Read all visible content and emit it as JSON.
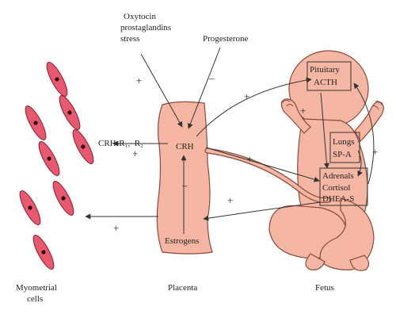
{
  "labels": {
    "stimuli": [
      "Oxytocin",
      "prostaglandins",
      "stress"
    ],
    "progesterone": "Progesterone",
    "crh": "CRH",
    "crh_receptors": "CRH-R₁,–R₂",
    "estrogens": "Estrogens",
    "pituitary": "Pituitary",
    "acth": "ACTH",
    "lungs": "Lungs",
    "spa": "SP-A",
    "adrenals": "Adrenals",
    "cortisol": "Cortisol",
    "dheas": "DHEA-S",
    "myometrial": [
      "Myometrial",
      "cells"
    ],
    "placenta": "Placenta",
    "fetus": "Fetus"
  },
  "signs": {
    "stim_plus": "+",
    "prog_minus": "–",
    "crh_pit_plus": "+",
    "crh_receptor_plus": "+",
    "myo_plus": "+",
    "placenta_minus": "–",
    "pit_adrenal_plus": "+",
    "lung_plus": "+",
    "adrenal_plus": "+",
    "dhea_plus": "+"
  },
  "colors": {
    "cell_fill": "#e8586e",
    "tissue_fill": "#f5b7a4",
    "outline": "#8a4a3a"
  }
}
